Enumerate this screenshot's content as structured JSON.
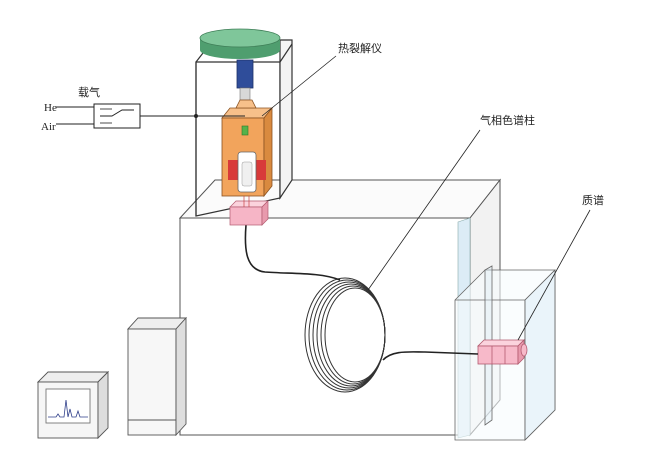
{
  "labels": {
    "carrier_gas": "载气",
    "he": "He",
    "air": "Air",
    "pyrolyzer": "热裂解仪",
    "gc_column": "气相色谱柱",
    "mass_spec": "质谱"
  },
  "colors": {
    "lid": "#6fb98b",
    "pyrolyzer_body": "#f2a45c",
    "rod_blue": "#2f4d9a",
    "heater_red": "#d83a3a",
    "interface_pink": "#f6b5c6",
    "ms_pink": "#f7b9c9",
    "green_dot": "#55b24a",
    "glass_blue": "#dcecf6"
  },
  "icons": {
    "valve": "valve-icon",
    "monitor": "monitor-icon",
    "pc_tower": "computer-tower-icon"
  }
}
